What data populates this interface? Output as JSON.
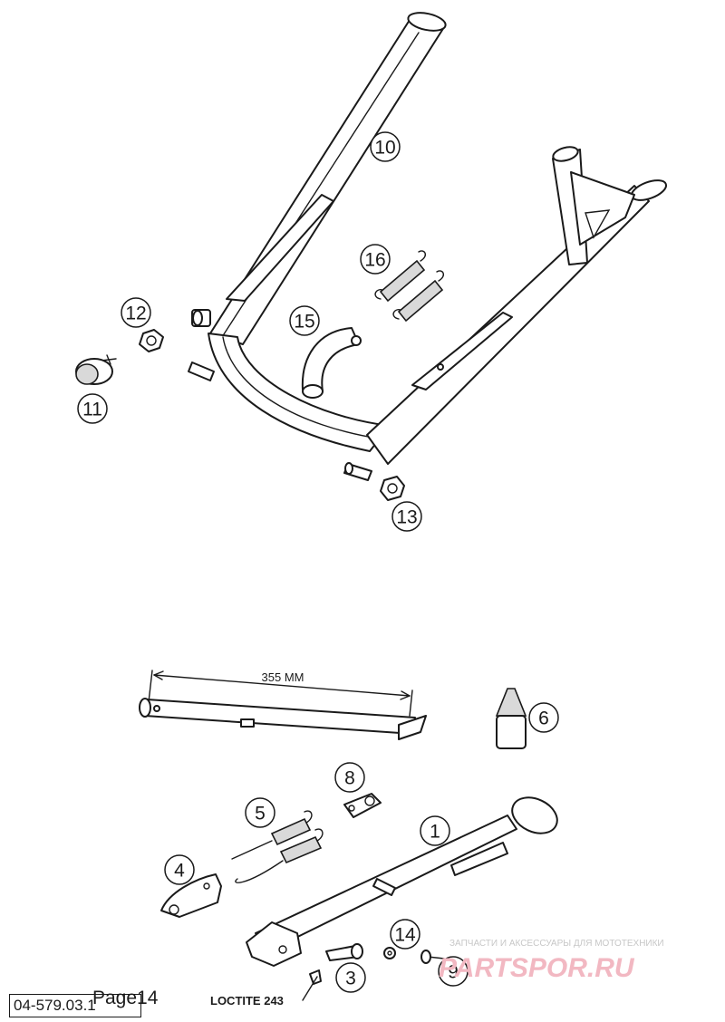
{
  "document": {
    "code": "04-579.03.1",
    "page": "Page14"
  },
  "annotations": {
    "dimension": "355 MM",
    "threadlocker": "LOCTITE 243"
  },
  "callouts": [
    {
      "id": "p1",
      "label": "1"
    },
    {
      "id": "p3",
      "label": "3"
    },
    {
      "id": "p4",
      "label": "4"
    },
    {
      "id": "p5",
      "label": "5"
    },
    {
      "id": "p6",
      "label": "6"
    },
    {
      "id": "p8",
      "label": "8"
    },
    {
      "id": "p9",
      "label": "9"
    },
    {
      "id": "p10",
      "label": "10"
    },
    {
      "id": "p11",
      "label": "11"
    },
    {
      "id": "p12",
      "label": "12"
    },
    {
      "id": "p13",
      "label": "13"
    },
    {
      "id": "p14",
      "label": "14"
    },
    {
      "id": "p15",
      "label": "15"
    },
    {
      "id": "p16",
      "label": "16"
    }
  ],
  "watermark": {
    "tagline": "ЗАПЧАСТИ И АКСЕССУАРЫ ДЛЯ МОТОТЕХНИКИ",
    "site": "PARTSPOR.RU"
  },
  "colors": {
    "line": "#1a1a1a",
    "watermark_site": "#f2b8c2",
    "watermark_tagline": "#c7c7c7"
  }
}
